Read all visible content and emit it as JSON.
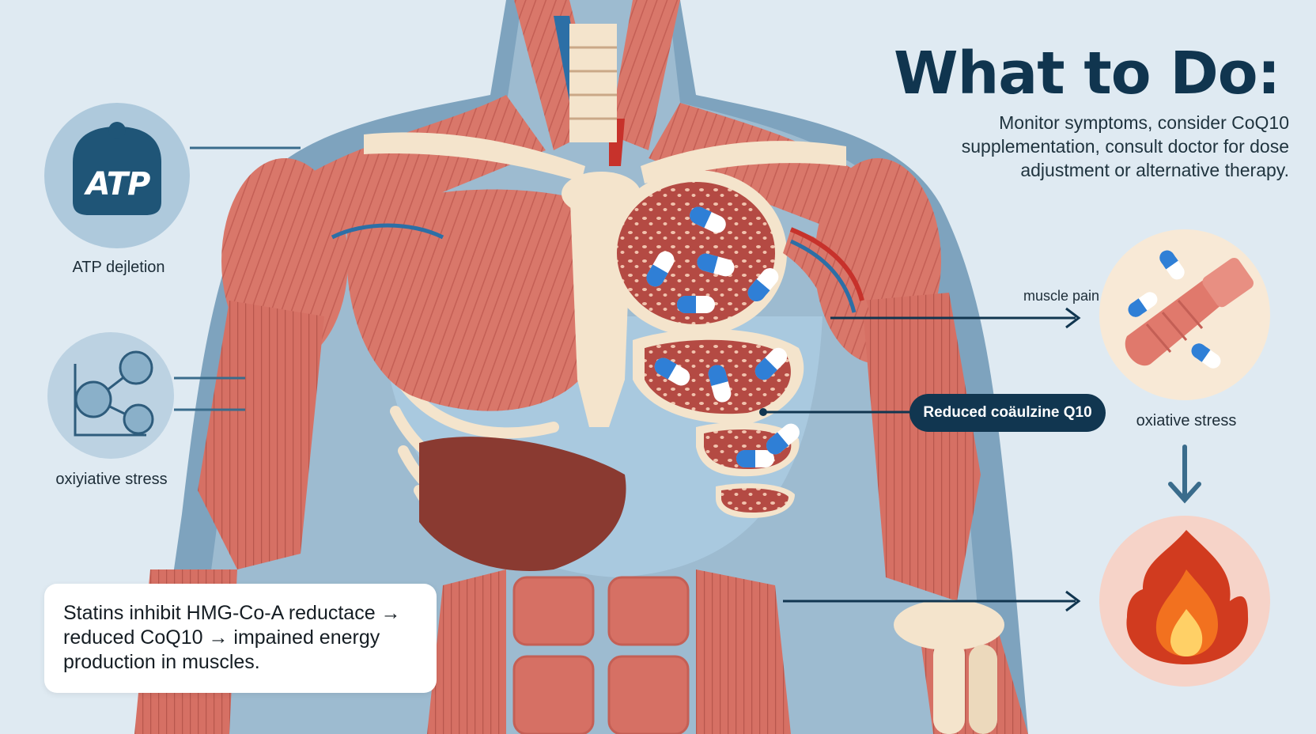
{
  "title": "What to Do:",
  "todo_text": "Monitor symptoms, consider CoQ10 supplementation, consult doctor for dose adjustment or alternative therapy.",
  "left_icons": {
    "atp_icon_text": "ATP",
    "atp_label": "ATP dejletion",
    "stress_label": "oxiyiative stress"
  },
  "right_labels": {
    "muscle_pain": "muscle pain",
    "reduced_badge": "Reduced coäulzine Q10",
    "oxidative_stress": "oxiative stress"
  },
  "info_box_text": "Statins inhibit HMG-Co-A reductace → reduced CoQ10 → impained energy production in muscles.",
  "colors": {
    "background": "#dfeaf2",
    "title": "#10354f",
    "badge": "#113650",
    "muscle": "#d9776a",
    "bone": "#f4e4cc",
    "body_outline": "#7ea3be",
    "capsule_blue": "#2f7fd6"
  },
  "icons": [
    "atp-bag-icon",
    "network-diagram-icon",
    "muscle-pills-icon",
    "flame-icon",
    "arrow-right-icon",
    "arrow-down-icon"
  ]
}
